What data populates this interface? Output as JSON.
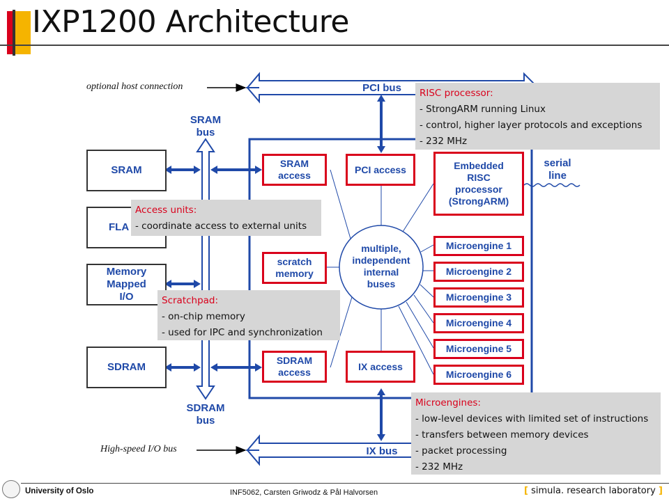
{
  "slide": {
    "title": "IXP1200 Architecture"
  },
  "diagram": {
    "optional_host_connection": "optional host connection",
    "high_speed_io_bus": "High-speed I/O bus",
    "pci_bus": "PCI bus",
    "ix_bus": "IX bus",
    "sram_bus": [
      "SRAM",
      "bus"
    ],
    "sdram_bus": [
      "SDRAM",
      "bus"
    ],
    "serial_line": [
      "serial",
      "line"
    ],
    "external": {
      "sram": "SRAM",
      "flash": "FLA",
      "mmio": [
        "Memory",
        "Mapped",
        "I/O"
      ],
      "sdram": "SDRAM"
    },
    "units": {
      "sram_access": [
        "SRAM",
        "access"
      ],
      "pci_access": "PCI access",
      "scratch_memory": [
        "scratch",
        "memory"
      ],
      "sdram_access": [
        "SDRAM",
        "access"
      ],
      "ix_access": "IX access",
      "risc": [
        "Embedded",
        "RISC",
        "processor",
        "(StrongARM)"
      ]
    },
    "internal_buses": [
      "multiple,",
      "independent",
      "internal",
      "buses"
    ],
    "microengines": [
      "Microengine 1",
      "Microengine 2",
      "Microengine 3",
      "Microengine 4",
      "Microengine 5",
      "Microengine 6"
    ]
  },
  "notes": {
    "risc": {
      "title": "RISC processor:",
      "lines": [
        "- StrongARM running Linux",
        "- control, higher layer protocols and exceptions",
        "- 232 MHz"
      ]
    },
    "access": {
      "title": "Access units:",
      "lines": [
        "- coordinate access to external units"
      ]
    },
    "scratch": {
      "title": "Scratchpad:",
      "lines": [
        "- on-chip memory",
        "- used for IPC and synchronization"
      ]
    },
    "microengines": {
      "title": "Microengines:",
      "lines": [
        "- low-level devices with limited set of instructions",
        "- transfers between memory devices",
        "- packet processing",
        "- 232 MHz"
      ]
    }
  },
  "footer": {
    "university": "University of Oslo",
    "authors": "INF5062, Carsten Griwodz & Pål Halvorsen",
    "lab_open": "[",
    "lab_simula": "simula",
    "lab_rest": ". research laboratory",
    "lab_close": "]"
  },
  "colors": {
    "accent_red": "#d9001b",
    "accent_gold": "#f5b400",
    "diagram_blue": "#1f49a8",
    "note_gray": "#d6d6d6"
  }
}
